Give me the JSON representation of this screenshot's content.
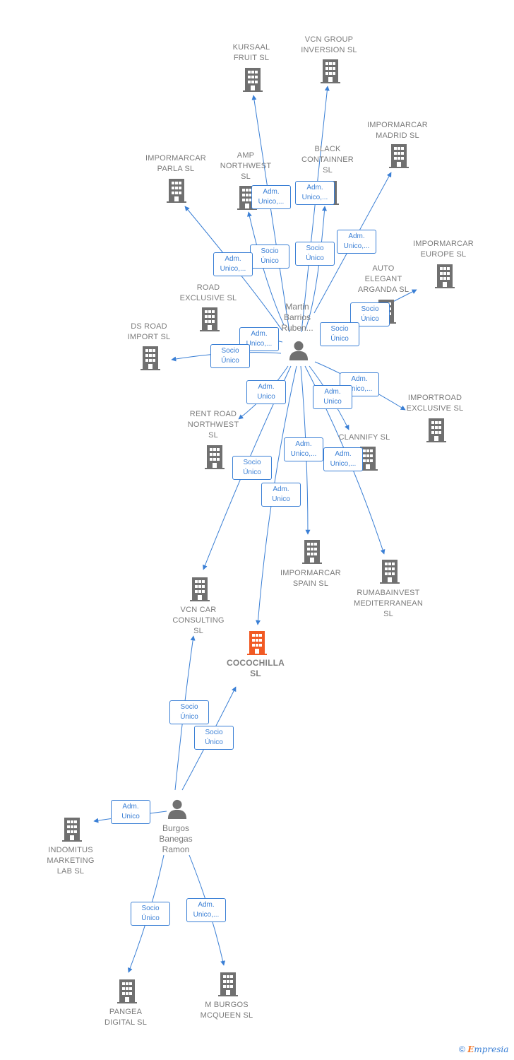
{
  "companies": [
    {
      "id": "kursaal",
      "label": "KURSAAL\nFRUIT  SL"
    },
    {
      "id": "vcn-group",
      "label": "VCN GROUP\nINVERSION  SL"
    },
    {
      "id": "impormarcar-madrid",
      "label": "IMPORMARCAR\nMADRID  SL"
    },
    {
      "id": "impormarcar-parla",
      "label": "IMPORMARCAR\nPARLA  SL"
    },
    {
      "id": "amp",
      "label": "AMP\nNORTHWEST\nSL"
    },
    {
      "id": "black",
      "label": "BLACK\nCONTAINNER\nSL"
    },
    {
      "id": "impormarcar-europe",
      "label": "IMPORMARCAR\nEUROPE  SL"
    },
    {
      "id": "auto-elegant",
      "label": "AUTO\nELEGANT\nARGANDA  SL"
    },
    {
      "id": "road-exclusive",
      "label": "ROAD\nEXCLUSIVE  SL"
    },
    {
      "id": "ds-road",
      "label": "DS ROAD\nIMPORT  SL"
    },
    {
      "id": "importroad",
      "label": "IMPORTROAD\nEXCLUSIVE  SL"
    },
    {
      "id": "clannify",
      "label": "CLANNIFY  SL"
    },
    {
      "id": "rent-road",
      "label": "RENT ROAD\nNORTHWEST\nSL"
    },
    {
      "id": "impormarcar-spain",
      "label": "IMPORMARCAR\nSPAIN  SL"
    },
    {
      "id": "rumabainvest",
      "label": "RUMABAINVEST\nMEDITERRANEAN\nSL"
    },
    {
      "id": "vcn-car",
      "label": "VCN CAR\nCONSULTING\nSL"
    },
    {
      "id": "cocochilla",
      "label": "COCOCHILLA\nSL"
    },
    {
      "id": "indomitus",
      "label": "INDOMITUS\nMARKETING\nLAB  SL"
    },
    {
      "id": "pangea",
      "label": "PANGEA\nDIGITAL  SL"
    },
    {
      "id": "mburgos",
      "label": "M BURGOS\nMCQUEEN SL"
    }
  ],
  "persons": [
    {
      "id": "martin",
      "label": "Martin\nBarrios\nRuben..."
    },
    {
      "id": "burgos",
      "label": "Burgos\nBanegas\nRamon"
    }
  ],
  "roles": [
    {
      "id": "r1",
      "label": "Adm.\nUnico,..."
    },
    {
      "id": "r2",
      "label": "Adm.\nUnico,..."
    },
    {
      "id": "r3",
      "label": "Socio\nÚnico"
    },
    {
      "id": "r4",
      "label": "Adm.\nUnico,..."
    },
    {
      "id": "r5",
      "label": "Socio\nÚnico"
    },
    {
      "id": "r6",
      "label": "Adm.\nUnico,..."
    },
    {
      "id": "r7",
      "label": "Socio\nÚnico"
    },
    {
      "id": "r8",
      "label": "Adm.\nUnico,..."
    },
    {
      "id": "r9",
      "label": "Socio\nÚnico"
    },
    {
      "id": "r10",
      "label": "Socio\nÚnico"
    },
    {
      "id": "r11",
      "label": "Adm.\nUnico"
    },
    {
      "id": "r12",
      "label": "Adm.\nUnico,..."
    },
    {
      "id": "r13",
      "label": "Adm.\nUnico"
    },
    {
      "id": "r14",
      "label": "Adm.\nUnico,..."
    },
    {
      "id": "r15",
      "label": "Adm.\nUnico,..."
    },
    {
      "id": "r16",
      "label": "Socio\nÚnico"
    },
    {
      "id": "r17",
      "label": "Adm.\nUnico"
    },
    {
      "id": "r18",
      "label": "Socio\nÚnico"
    },
    {
      "id": "r19",
      "label": "Socio\nÚnico"
    },
    {
      "id": "r20",
      "label": "Adm.\nUnico"
    },
    {
      "id": "r21",
      "label": "Socio\nÚnico"
    },
    {
      "id": "r22",
      "label": "Adm.\nUnico,..."
    }
  ],
  "colors": {
    "edge": "#3a7fd5",
    "building": "#707070",
    "focus": "#f15a24",
    "person": "#707070"
  },
  "copyright": {
    "symbol": "©",
    "brand_initial": "E",
    "brand_rest": "mpresia"
  }
}
